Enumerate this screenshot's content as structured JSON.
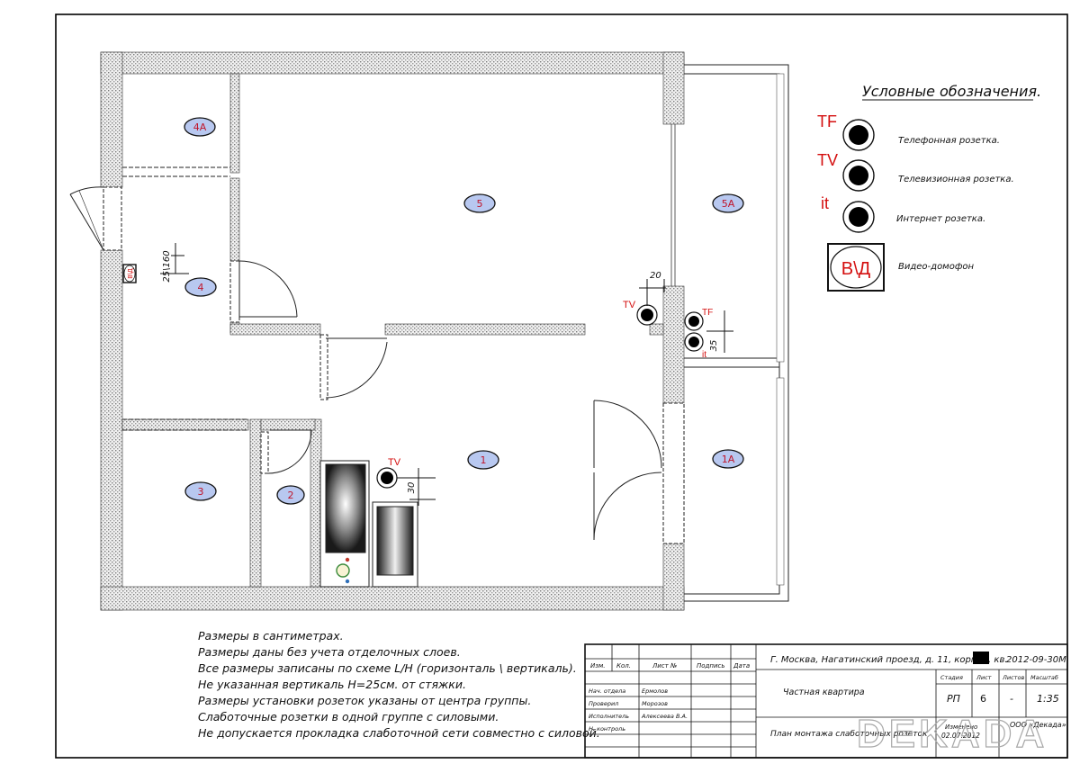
{
  "legend": {
    "title": "Условные обозначения.",
    "items": [
      {
        "code": "TF",
        "label": "Телефонная розетка."
      },
      {
        "code": "TV",
        "label": "Телевизионная розетка."
      },
      {
        "code": "it",
        "label": "Интернет розетка."
      },
      {
        "code": "В\\Д",
        "label": "Видео-домофон"
      }
    ]
  },
  "rooms": [
    "4A",
    "5",
    "5A",
    "4",
    "1",
    "1A",
    "3",
    "2"
  ],
  "sockets": {
    "tv": "TV",
    "tf": "TF",
    "it": "it",
    "intercom": "В\\Д"
  },
  "dimensions": {
    "intercom_height": "25\\160",
    "tv_wall": "20",
    "group_offset": "35",
    "tv_kitchen": "30"
  },
  "notes": [
    "Размеры в сантиметрах.",
    "Размеры даны без учета отделочных слоев.",
    "Все размеры записаны по схеме L/H (горизонталь \\ вертикаль).",
    "Не указанная вертикаль H=25см. от стяжки.",
    "Размеры установки розеток указаны от центра группы.",
    "Слаботочные розетки в одной группе с силовыми.",
    "Не допускается прокладка слаботочной сети совместно с силовой."
  ],
  "title_block": {
    "headers": [
      "Изм.",
      "Кол.",
      "Лист №",
      "Подпись",
      "Дата"
    ],
    "roles": [
      "Нач. отдела",
      "Проверил",
      "Исполнитель",
      "Н. контроль"
    ],
    "names": [
      "Ермолов",
      "Морозов",
      "Алексеева В.А."
    ],
    "address": "Г. Москва, Нагатинский проезд, д. 11, корп. 2, кв.",
    "code": "2012-09-30М",
    "project": "Частная квартира",
    "sheet_title": "План монтажа слаботочных розеток",
    "stage_label": "Стадия",
    "sheet_label": "Лист",
    "sheets_label": "Листов",
    "scale_label": "Масштаб",
    "stage": "РП",
    "sheet": "6",
    "sheets": "-",
    "scale": "1:35",
    "changed": "Изменено",
    "changed_date": "02.07.2012",
    "company": "ООО «Декада»",
    "watermark": "DEKADA"
  }
}
